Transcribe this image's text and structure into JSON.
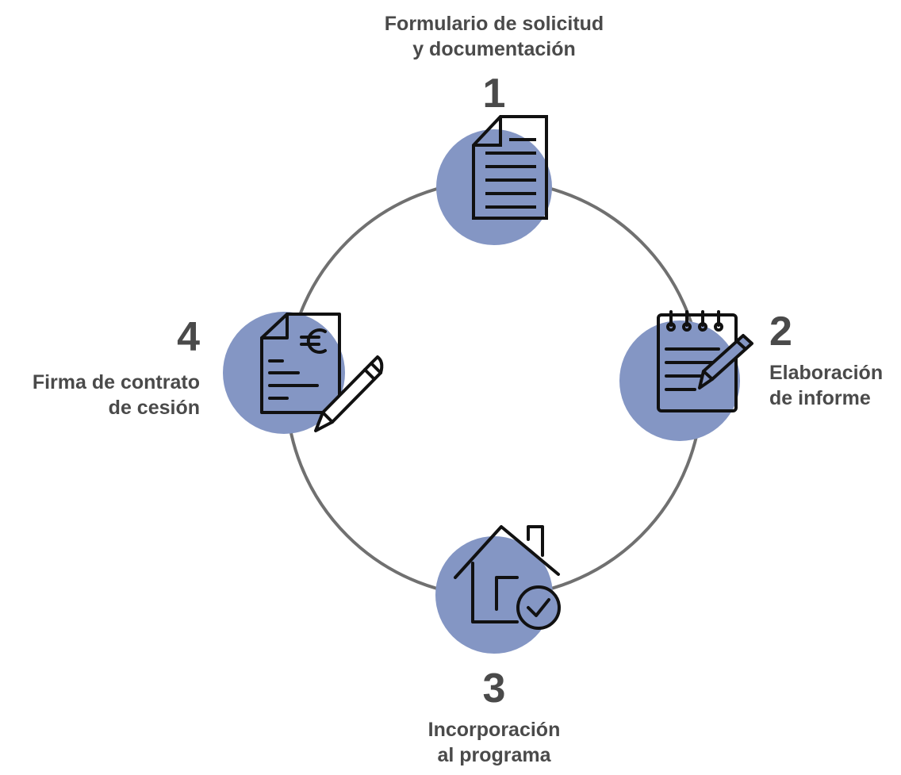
{
  "colors": {
    "ring": "#707070",
    "circle_fill": "#8496c4",
    "icon_stroke": "#111111",
    "text": "#4a4a4a"
  },
  "steps": [
    {
      "number": "1",
      "label_line1": "Formulario de solicitud",
      "label_line2": "y documentación",
      "icon": "document-icon"
    },
    {
      "number": "2",
      "label_line1": "Elaboración",
      "label_line2": "de informe",
      "icon": "notepad-pencil-icon"
    },
    {
      "number": "3",
      "label_line1": "Incorporación",
      "label_line2": "al programa",
      "icon": "house-check-icon"
    },
    {
      "number": "4",
      "label_line1": "Firma de contrato",
      "label_line2": "de cesión",
      "icon": "contract-euro-pen-icon"
    }
  ]
}
